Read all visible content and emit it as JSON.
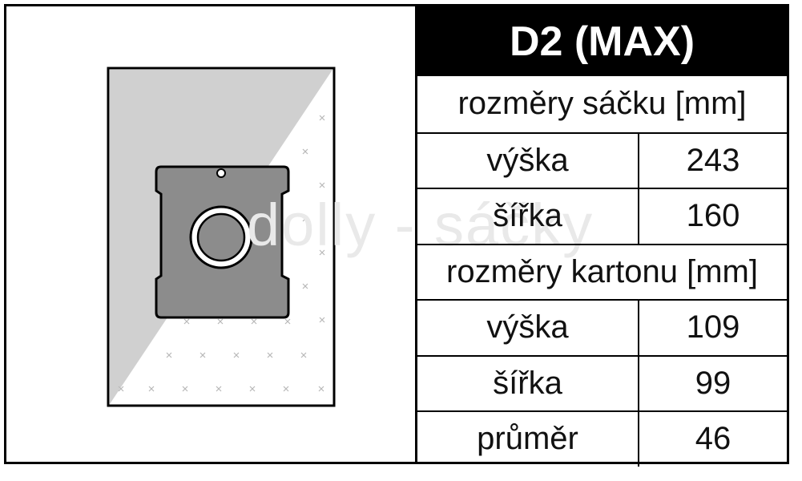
{
  "product": {
    "code": "D2 (MAX)",
    "watermark": "dolly - sáčky"
  },
  "bag_dimensions": {
    "heading": "rozměry sáčku [mm]",
    "rows": [
      {
        "label": "výška",
        "value": "243"
      },
      {
        "label": "šířka",
        "value": "160"
      }
    ]
  },
  "cardboard_dimensions": {
    "heading": "rozměry kartonu [mm]",
    "rows": [
      {
        "label": "výška",
        "value": "109"
      },
      {
        "label": "šířka",
        "value": "99"
      },
      {
        "label": "průměr",
        "value": "46"
      }
    ]
  },
  "colors": {
    "fabric_shade": "#d0d0d0",
    "cardboard": "#8c8c8c",
    "border": "#000000"
  }
}
